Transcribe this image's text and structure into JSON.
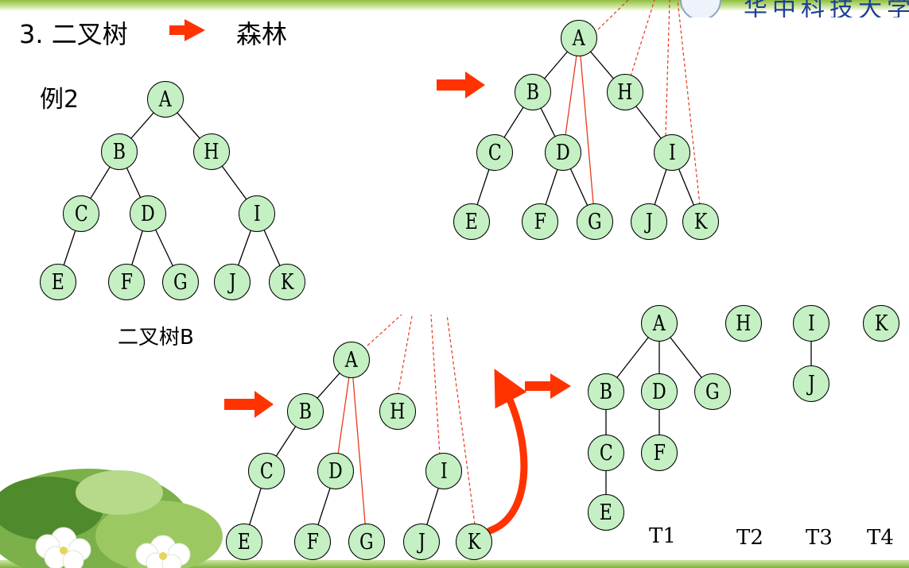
{
  "header": {
    "title_prefix": "3. 二叉树",
    "title_suffix": "森林",
    "logo_text": "华中科技大学"
  },
  "labels": {
    "example": "例2",
    "binary_tree": "二叉树B",
    "forest_trees": [
      "T1",
      "T2",
      "T3",
      "T4"
    ]
  },
  "colors": {
    "node_fill": "#c4f0c4",
    "node_stroke": "#000000",
    "arrow": "#ff3300",
    "added_edge": "#e8391a",
    "band_green": "#8fbf3f"
  },
  "icons": {
    "step_arrow": "right-arrow-icon",
    "curved_arrow": "curved-arrow-icon"
  },
  "diagrams": {
    "binary_tree": {
      "nodes": [
        "A",
        "B",
        "H",
        "C",
        "D",
        "I",
        "E",
        "F",
        "G",
        "J",
        "K"
      ],
      "edges": [
        [
          "A",
          "B"
        ],
        [
          "A",
          "H"
        ],
        [
          "B",
          "C"
        ],
        [
          "B",
          "D"
        ],
        [
          "H",
          "I"
        ],
        [
          "C",
          "E"
        ],
        [
          "D",
          "F"
        ],
        [
          "D",
          "G"
        ],
        [
          "I",
          "J"
        ],
        [
          "I",
          "K"
        ]
      ]
    },
    "step_add_threads": {
      "nodes": [
        "A",
        "B",
        "H",
        "C",
        "D",
        "I",
        "E",
        "F",
        "G",
        "J",
        "K"
      ],
      "edges": [
        [
          "A",
          "B"
        ],
        [
          "A",
          "H"
        ],
        [
          "B",
          "C"
        ],
        [
          "B",
          "D"
        ],
        [
          "H",
          "I"
        ],
        [
          "C",
          "E"
        ],
        [
          "D",
          "F"
        ],
        [
          "D",
          "G"
        ],
        [
          "I",
          "J"
        ],
        [
          "I",
          "K"
        ]
      ],
      "added_edges": [
        [
          "A",
          "D"
        ],
        [
          "A",
          "G"
        ]
      ]
    },
    "step_remove_right_links": {
      "nodes": [
        "A",
        "B",
        "H",
        "C",
        "D",
        "I",
        "E",
        "F",
        "G",
        "J",
        "K"
      ],
      "edges": [
        [
          "A",
          "B"
        ],
        [
          "B",
          "C"
        ],
        [
          "C",
          "E"
        ],
        [
          "D",
          "F"
        ],
        [
          "I",
          "J"
        ]
      ],
      "added_edges": [
        [
          "A",
          "D"
        ],
        [
          "A",
          "G"
        ]
      ]
    },
    "forest": {
      "nodes": [
        "A",
        "B",
        "D",
        "G",
        "C",
        "F",
        "E",
        "H",
        "I",
        "J",
        "K"
      ],
      "edges": [
        [
          "A",
          "B"
        ],
        [
          "A",
          "D"
        ],
        [
          "A",
          "G"
        ],
        [
          "B",
          "C"
        ],
        [
          "C",
          "E"
        ],
        [
          "D",
          "F"
        ],
        [
          "I",
          "J"
        ]
      ]
    }
  }
}
